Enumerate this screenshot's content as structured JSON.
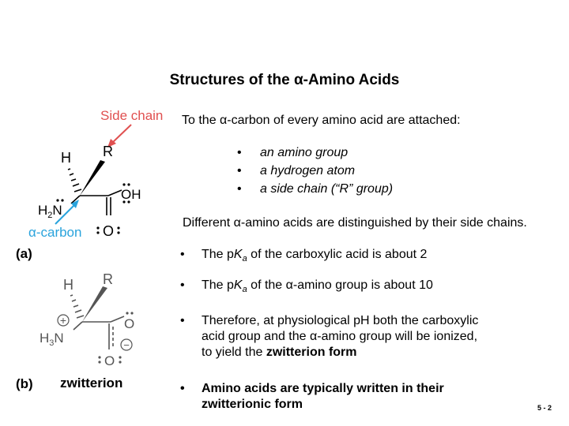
{
  "slide": {
    "title_pre": "Structures of the ",
    "title_alpha": "α",
    "title_post": "-Amino Acids",
    "intro_pre": "To the ",
    "intro_alpha": "α",
    "intro_post": "-carbon of every amino acid are attached:",
    "attached": [
      {
        "bullet": "•",
        "text": "an amino group"
      },
      {
        "bullet": "•",
        "text": "a hydrogen atom"
      },
      {
        "bullet": "•",
        "text": "a side chain (“R” group)"
      }
    ],
    "distinguish_pre": "Different ",
    "distinguish_alpha": "α",
    "distinguish_post": "-amino acids are distinguished by their side chains.",
    "points": [
      {
        "bullet": "•",
        "pre": "The p",
        "k": "K",
        "sub": "a",
        "post": " of the carboxylic acid is about 2"
      },
      {
        "bullet": "•",
        "pre": "The p",
        "k": "K",
        "sub": "a",
        "post_pre": " of the ",
        "alpha": "α",
        "post": "-amino group is about 10"
      },
      {
        "bullet": "•",
        "line1": "Therefore, at physiological pH both the carboxylic",
        "line2_pre": "acid group and the ",
        "alpha": "α",
        "line2_post": "-amino group will be ionized,",
        "line3_pre": "to yield the ",
        "line3_bold": "zwitterion form"
      },
      {
        "bullet": "•",
        "line1": "Amino acids are typically written in their",
        "line2": "zwitterionic form"
      }
    ],
    "page_number": "5 - 2"
  },
  "diagram_a": {
    "label": "(a)",
    "side_chain_label": "Side chain",
    "alpha_carbon_alpha": "α",
    "alpha_carbon_text": "-carbon",
    "atom_H": "H",
    "atom_R": "R",
    "atom_OH": "OH",
    "atom_H2N_H": "H",
    "atom_H2N_sub": "2",
    "atom_H2N_N": "N",
    "atom_O": "O",
    "accent_red": "#e05050",
    "accent_blue": "#29a3dc"
  },
  "diagram_b": {
    "label": "(b)",
    "caption": "zwitterion",
    "atom_H": "H",
    "atom_R": "R",
    "atom_O_top": "O",
    "atom_O_bottom": "O",
    "atom_H3N_H": "H",
    "atom_H3N_sub": "3",
    "atom_H3N_N": "N",
    "plus": "+",
    "minus": "−"
  }
}
